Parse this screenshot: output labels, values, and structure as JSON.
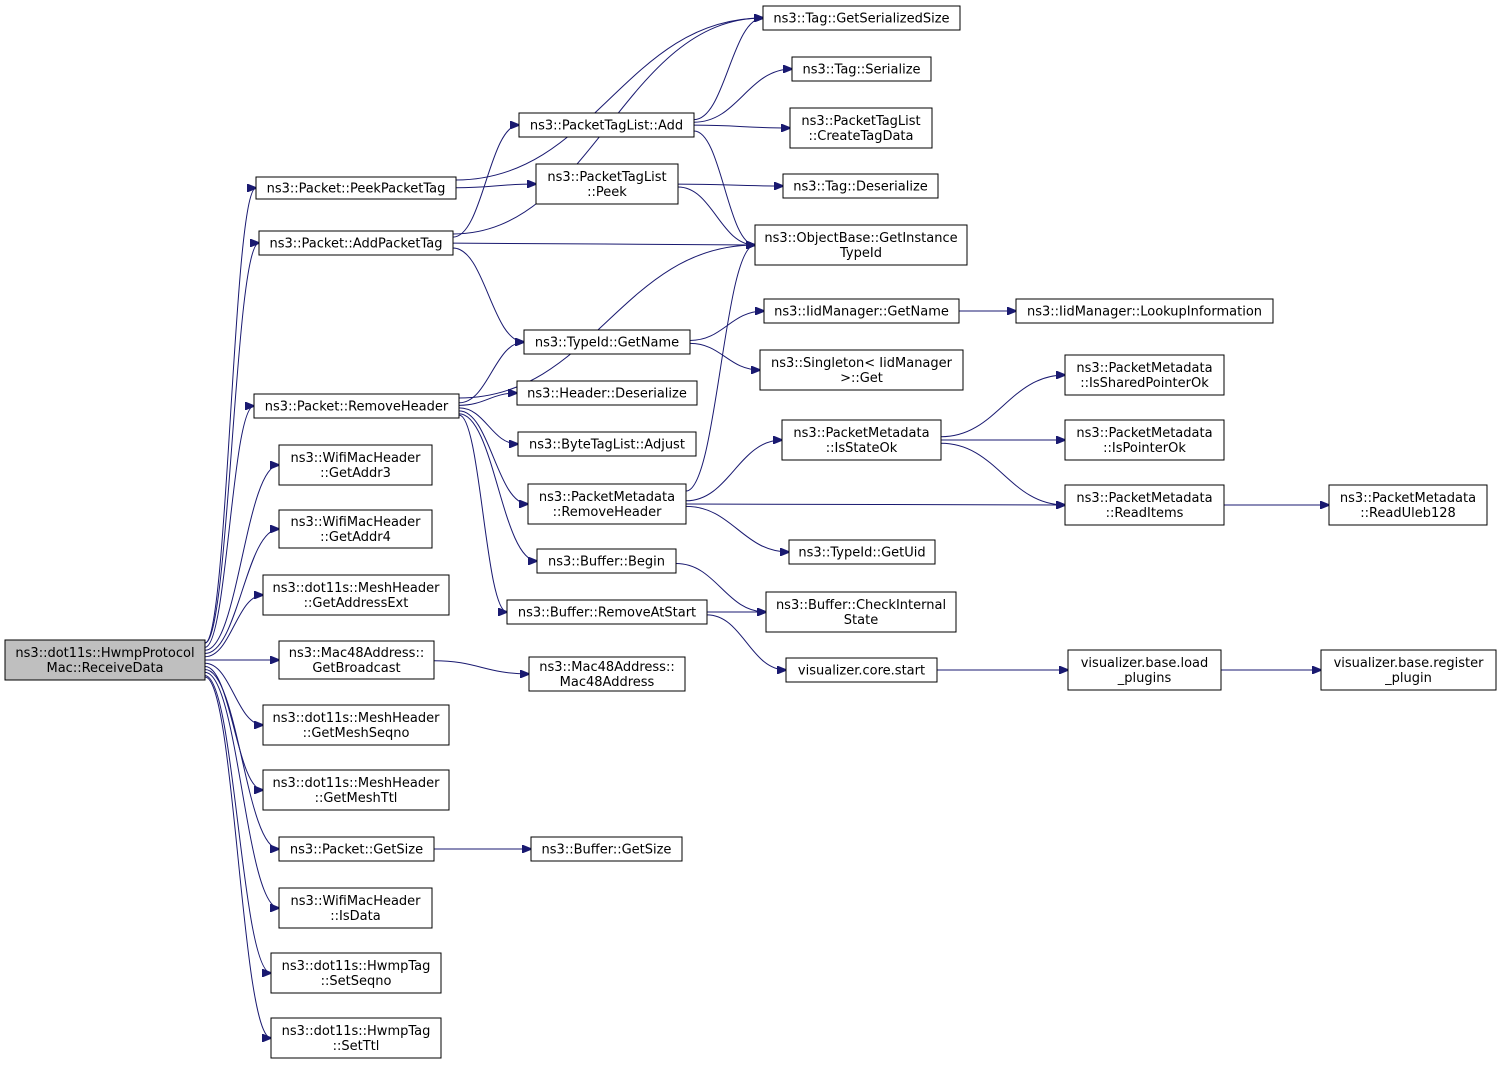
{
  "colors": {
    "edge": "#191970",
    "root_fill": "#bfbfbf",
    "node_fill": "#ffffff",
    "border": "#000000"
  },
  "nodes": [
    {
      "id": "root",
      "lines": [
        "ns3::dot11s::HwmpProtocol",
        "Mac::ReceiveData"
      ],
      "root": true
    },
    {
      "id": "peekPacketTag",
      "lines": [
        "ns3::Packet::PeekPacketTag"
      ]
    },
    {
      "id": "addPacketTag",
      "lines": [
        "ns3::Packet::AddPacketTag"
      ]
    },
    {
      "id": "removeHeader",
      "lines": [
        "ns3::Packet::RemoveHeader"
      ]
    },
    {
      "id": "getAddr3",
      "lines": [
        "ns3::WifiMacHeader",
        "::GetAddr3"
      ]
    },
    {
      "id": "getAddr4",
      "lines": [
        "ns3::WifiMacHeader",
        "::GetAddr4"
      ]
    },
    {
      "id": "getAddressExt",
      "lines": [
        "ns3::dot11s::MeshHeader",
        "::GetAddressExt"
      ]
    },
    {
      "id": "getBroadcast",
      "lines": [
        "ns3::Mac48Address::",
        "GetBroadcast"
      ]
    },
    {
      "id": "getMeshSeqno",
      "lines": [
        "ns3::dot11s::MeshHeader",
        "::GetMeshSeqno"
      ]
    },
    {
      "id": "getMeshTtl",
      "lines": [
        "ns3::dot11s::MeshHeader",
        "::GetMeshTtl"
      ]
    },
    {
      "id": "packetGetSize",
      "lines": [
        "ns3::Packet::GetSize"
      ]
    },
    {
      "id": "isData",
      "lines": [
        "ns3::WifiMacHeader",
        "::IsData"
      ]
    },
    {
      "id": "setSeqno",
      "lines": [
        "ns3::dot11s::HwmpTag",
        "::SetSeqno"
      ]
    },
    {
      "id": "setTtl",
      "lines": [
        "ns3::dot11s::HwmpTag",
        "::SetTtl"
      ]
    },
    {
      "id": "tagListAdd",
      "lines": [
        "ns3::PacketTagList::Add"
      ]
    },
    {
      "id": "tagListPeek",
      "lines": [
        "ns3::PacketTagList",
        "::Peek"
      ]
    },
    {
      "id": "typeIdGetName",
      "lines": [
        "ns3::TypeId::GetName"
      ]
    },
    {
      "id": "headerDeserialize",
      "lines": [
        "ns3::Header::Deserialize"
      ]
    },
    {
      "id": "byteTagListAdjust",
      "lines": [
        "ns3::ByteTagList::Adjust"
      ]
    },
    {
      "id": "metaRemoveHeader",
      "lines": [
        "ns3::PacketMetadata",
        "::RemoveHeader"
      ]
    },
    {
      "id": "bufferBegin",
      "lines": [
        "ns3::Buffer::Begin"
      ]
    },
    {
      "id": "bufferRemoveAtStart",
      "lines": [
        "ns3::Buffer::RemoveAtStart"
      ]
    },
    {
      "id": "mac48Address",
      "lines": [
        "ns3::Mac48Address::",
        "Mac48Address"
      ]
    },
    {
      "id": "bufferGetSize",
      "lines": [
        "ns3::Buffer::GetSize"
      ]
    },
    {
      "id": "tagGetSerializedSize",
      "lines": [
        "ns3::Tag::GetSerializedSize"
      ]
    },
    {
      "id": "tagSerialize",
      "lines": [
        "ns3::Tag::Serialize"
      ]
    },
    {
      "id": "createTagData",
      "lines": [
        "ns3::PacketTagList",
        "::CreateTagData"
      ]
    },
    {
      "id": "tagDeserialize",
      "lines": [
        "ns3::Tag::Deserialize"
      ]
    },
    {
      "id": "getInstanceTypeId",
      "lines": [
        "ns3::ObjectBase::GetInstance",
        "TypeId"
      ]
    },
    {
      "id": "iidGetName",
      "lines": [
        "ns3::IidManager::GetName"
      ]
    },
    {
      "id": "singletonGet",
      "lines": [
        "ns3::Singleton< IidManager",
        ">::Get"
      ]
    },
    {
      "id": "isStateOk",
      "lines": [
        "ns3::PacketMetadata",
        "::IsStateOk"
      ]
    },
    {
      "id": "typeIdGetUid",
      "lines": [
        "ns3::TypeId::GetUid"
      ]
    },
    {
      "id": "checkInternalState",
      "lines": [
        "ns3::Buffer::CheckInternal",
        "State"
      ]
    },
    {
      "id": "vizCoreStart",
      "lines": [
        "visualizer.core.start"
      ]
    },
    {
      "id": "lookupInformation",
      "lines": [
        "ns3::IidManager::LookupInformation"
      ]
    },
    {
      "id": "isSharedPointerOk",
      "lines": [
        "ns3::PacketMetadata",
        "::IsSharedPointerOk"
      ]
    },
    {
      "id": "isPointerOk",
      "lines": [
        "ns3::PacketMetadata",
        "::IsPointerOk"
      ]
    },
    {
      "id": "readItems",
      "lines": [
        "ns3::PacketMetadata",
        "::ReadItems"
      ]
    },
    {
      "id": "loadPlugins",
      "lines": [
        "visualizer.base.load",
        "_plugins"
      ]
    },
    {
      "id": "readUleb128",
      "lines": [
        "ns3::PacketMetadata",
        "::ReadUleb128"
      ]
    },
    {
      "id": "registerPlugin",
      "lines": [
        "visualizer.base.register",
        "_plugin"
      ]
    }
  ],
  "edges": [
    [
      "root",
      "peekPacketTag"
    ],
    [
      "root",
      "addPacketTag"
    ],
    [
      "root",
      "removeHeader"
    ],
    [
      "root",
      "getAddr3"
    ],
    [
      "root",
      "getAddr4"
    ],
    [
      "root",
      "getAddressExt"
    ],
    [
      "root",
      "getBroadcast"
    ],
    [
      "root",
      "getMeshSeqno"
    ],
    [
      "root",
      "getMeshTtl"
    ],
    [
      "root",
      "packetGetSize"
    ],
    [
      "root",
      "isData"
    ],
    [
      "root",
      "setSeqno"
    ],
    [
      "root",
      "setTtl"
    ],
    [
      "peekPacketTag",
      "tagListPeek"
    ],
    [
      "peekPacketTag",
      "tagGetSerializedSize"
    ],
    [
      "addPacketTag",
      "tagListAdd"
    ],
    [
      "addPacketTag",
      "getInstanceTypeId"
    ],
    [
      "addPacketTag",
      "typeIdGetName"
    ],
    [
      "addPacketTag",
      "tagGetSerializedSize"
    ],
    [
      "tagListAdd",
      "tagGetSerializedSize"
    ],
    [
      "tagListAdd",
      "tagSerialize"
    ],
    [
      "tagListAdd",
      "createTagData"
    ],
    [
      "tagListAdd",
      "getInstanceTypeId"
    ],
    [
      "tagListPeek",
      "tagDeserialize"
    ],
    [
      "tagListPeek",
      "getInstanceTypeId"
    ],
    [
      "removeHeader",
      "getInstanceTypeId"
    ],
    [
      "removeHeader",
      "typeIdGetName"
    ],
    [
      "removeHeader",
      "headerDeserialize"
    ],
    [
      "removeHeader",
      "byteTagListAdjust"
    ],
    [
      "removeHeader",
      "metaRemoveHeader"
    ],
    [
      "removeHeader",
      "bufferBegin"
    ],
    [
      "removeHeader",
      "bufferRemoveAtStart"
    ],
    [
      "typeIdGetName",
      "iidGetName"
    ],
    [
      "typeIdGetName",
      "singletonGet"
    ],
    [
      "iidGetName",
      "lookupInformation"
    ],
    [
      "metaRemoveHeader",
      "isStateOk"
    ],
    [
      "metaRemoveHeader",
      "readItems"
    ],
    [
      "metaRemoveHeader",
      "typeIdGetUid"
    ],
    [
      "metaRemoveHeader",
      "getInstanceTypeId"
    ],
    [
      "isStateOk",
      "isSharedPointerOk"
    ],
    [
      "isStateOk",
      "isPointerOk"
    ],
    [
      "isStateOk",
      "readItems"
    ],
    [
      "readItems",
      "readUleb128"
    ],
    [
      "bufferBegin",
      "checkInternalState"
    ],
    [
      "bufferRemoveAtStart",
      "checkInternalState"
    ],
    [
      "bufferRemoveAtStart",
      "vizCoreStart"
    ],
    [
      "vizCoreStart",
      "loadPlugins"
    ],
    [
      "loadPlugins",
      "registerPlugin"
    ],
    [
      "getBroadcast",
      "mac48Address"
    ],
    [
      "packetGetSize",
      "bufferGetSize"
    ]
  ]
}
